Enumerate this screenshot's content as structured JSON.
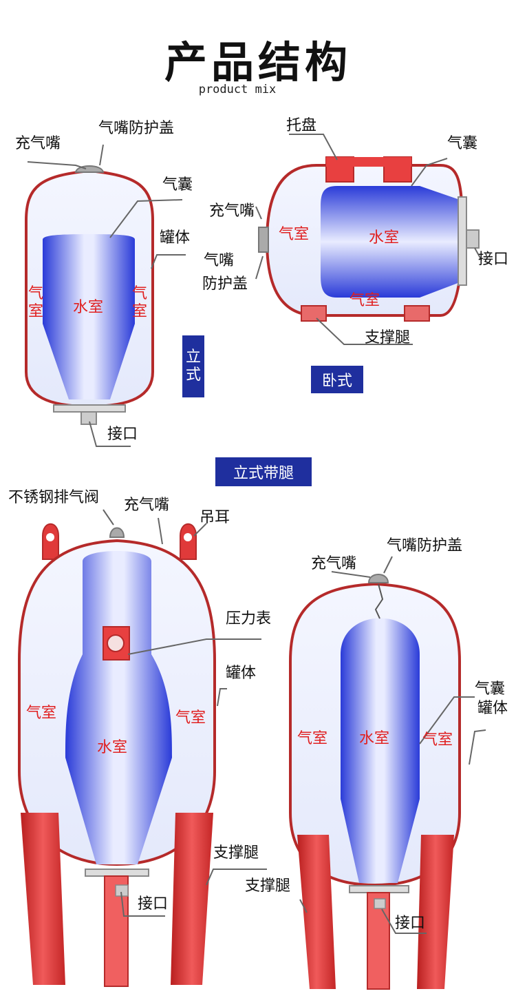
{
  "header": {
    "title": "产品结构",
    "subtitle": "product mix"
  },
  "colors": {
    "tank_outline": "#b52a2a",
    "bladder_blue": "#2d3fd6",
    "badge_bg": "#1f2f9e",
    "legs_red": "#e03a3a",
    "label_red": "#e02020"
  },
  "badges": {
    "vertical": "立式",
    "horizontal": "卧式",
    "legged": "立式带腿"
  },
  "labels": {
    "inflation_nozzle": "充气嘴",
    "nozzle_cover": "气嘴防护盖",
    "nozzle_cover_split_1": "气嘴",
    "nozzle_cover_split_2": "防护盖",
    "bladder": "气囊",
    "tank_body": "罐体",
    "air_chamber": "气室",
    "water_chamber": "水室",
    "outlet": "接口",
    "tray": "托盘",
    "support_leg": "支撑腿",
    "vent_valve": "不锈钢排气阀",
    "lifting_lug": "吊耳",
    "pressure_gauge": "压力表"
  }
}
